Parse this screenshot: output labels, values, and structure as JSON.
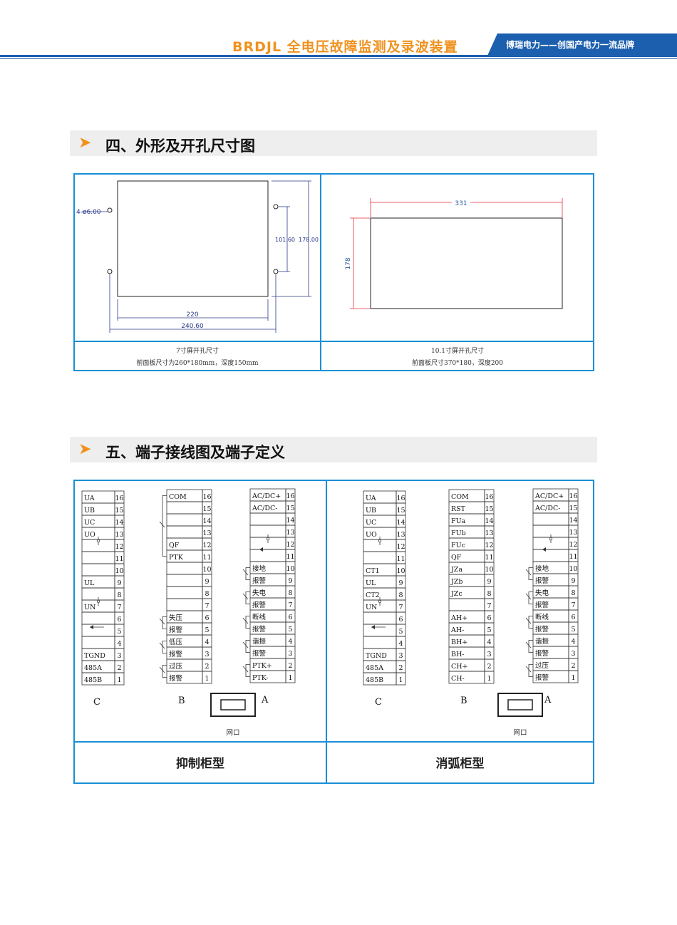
{
  "header": {
    "title": "BRDJL 全电压故障监测及录波装置",
    "slogan": "博瑞电力——创国产电力一流品牌",
    "accent_color": "#f0921e",
    "brand_color": "#1b5fae"
  },
  "section4": {
    "arrow_icon": "arrow-right-icon",
    "title": "四、外形及开孔尺寸图",
    "left": {
      "hole_label": "4-ø6.00",
      "dim_width": "220",
      "dim_total_width": "240.60",
      "dim_inner_height": "101.60",
      "dim_height": "178.00",
      "caption_line1": "7寸屏开孔尺寸",
      "caption_line2": "前面板尺寸为260*180mm，深度150mm"
    },
    "right": {
      "dim_width": "331",
      "dim_height": "178",
      "caption_line1": "10.1寸屏开孔尺寸",
      "caption_line2": "前面板尺寸370*180，深度200"
    }
  },
  "section5": {
    "arrow_icon": "arrow-right-icon",
    "title": "五、端子接线图及端子定义",
    "left_panel": {
      "C": {
        "letter": "C",
        "rows": [
          [
            "UA",
            "16"
          ],
          [
            "UB",
            "15"
          ],
          [
            "UC",
            "14"
          ],
          [
            "UO",
            "13"
          ],
          [
            "",
            "12"
          ],
          [
            "",
            "11"
          ],
          [
            "",
            "10"
          ],
          [
            "UL",
            "9"
          ],
          [
            "",
            "8"
          ],
          [
            "UN",
            "7"
          ],
          [
            "",
            "6"
          ],
          [
            "",
            "5"
          ],
          [
            "",
            "4"
          ],
          [
            "TGND",
            "3"
          ],
          [
            "485A",
            "2"
          ],
          [
            "485B",
            "1"
          ]
        ]
      },
      "B": {
        "letter": "B",
        "rows": [
          [
            "COM",
            "16"
          ],
          [
            "",
            "15"
          ],
          [
            "",
            "14"
          ],
          [
            "",
            "13"
          ],
          [
            "QF",
            "12"
          ],
          [
            "PTK",
            "11"
          ],
          [
            "",
            "10"
          ],
          [
            "",
            "9"
          ],
          [
            "",
            "8"
          ],
          [
            "",
            "7"
          ],
          [
            "失压",
            "6"
          ],
          [
            "报警",
            "5"
          ],
          [
            "低压",
            "4"
          ],
          [
            "报警",
            "3"
          ],
          [
            "过压",
            "2"
          ],
          [
            "报警",
            "1"
          ]
        ]
      },
      "A": {
        "letter": "A",
        "rows": [
          [
            "AC/DC+",
            "16"
          ],
          [
            "AC/DC-",
            "15"
          ],
          [
            "",
            "14"
          ],
          [
            "",
            "13"
          ],
          [
            "",
            "12"
          ],
          [
            "",
            "11"
          ],
          [
            "接地",
            "10"
          ],
          [
            "报警",
            "9"
          ],
          [
            "失电",
            "8"
          ],
          [
            "报警",
            "7"
          ],
          [
            "断线",
            "6"
          ],
          [
            "报警",
            "5"
          ],
          [
            "谐振",
            "4"
          ],
          [
            "报警",
            "3"
          ],
          [
            "PTK+",
            "2"
          ],
          [
            "PTK-",
            "1"
          ]
        ]
      },
      "port_label": "网口",
      "caption": "抑制柜型"
    },
    "right_panel": {
      "C": {
        "letter": "C",
        "rows": [
          [
            "UA",
            "16"
          ],
          [
            "UB",
            "15"
          ],
          [
            "UC",
            "14"
          ],
          [
            "UO",
            "13"
          ],
          [
            "",
            "12"
          ],
          [
            "",
            "11"
          ],
          [
            "CT1",
            "10"
          ],
          [
            "UL",
            "9"
          ],
          [
            "CT2",
            "8"
          ],
          [
            "UN",
            "7"
          ],
          [
            "",
            "6"
          ],
          [
            "",
            "5"
          ],
          [
            "",
            "4"
          ],
          [
            "TGND",
            "3"
          ],
          [
            "485A",
            "2"
          ],
          [
            "485B",
            "1"
          ]
        ]
      },
      "B": {
        "letter": "B",
        "rows": [
          [
            "COM",
            "16"
          ],
          [
            "RST",
            "15"
          ],
          [
            "FUa",
            "14"
          ],
          [
            "FUb",
            "13"
          ],
          [
            "FUc",
            "12"
          ],
          [
            "QF",
            "11"
          ],
          [
            "JZa",
            "10"
          ],
          [
            "JZb",
            "9"
          ],
          [
            "JZc",
            "8"
          ],
          [
            "",
            "7"
          ],
          [
            "AH+",
            "6"
          ],
          [
            "AH-",
            "5"
          ],
          [
            "BH+",
            "4"
          ],
          [
            "BH-",
            "3"
          ],
          [
            "CH+",
            "2"
          ],
          [
            "CH-",
            "1"
          ]
        ]
      },
      "A": {
        "letter": "A",
        "rows": [
          [
            "AC/DC+",
            "16"
          ],
          [
            "AC/DC-",
            "15"
          ],
          [
            "",
            "14"
          ],
          [
            "",
            "13"
          ],
          [
            "",
            "12"
          ],
          [
            "",
            "11"
          ],
          [
            "接地",
            "10"
          ],
          [
            "报警",
            "9"
          ],
          [
            "失电",
            "8"
          ],
          [
            "报警",
            "7"
          ],
          [
            "断线",
            "6"
          ],
          [
            "报警",
            "5"
          ],
          [
            "谐振",
            "4"
          ],
          [
            "报警",
            "3"
          ],
          [
            "过压",
            "2"
          ],
          [
            "报警",
            "1"
          ]
        ]
      },
      "port_label": "网口",
      "caption": "消弧柜型"
    }
  }
}
